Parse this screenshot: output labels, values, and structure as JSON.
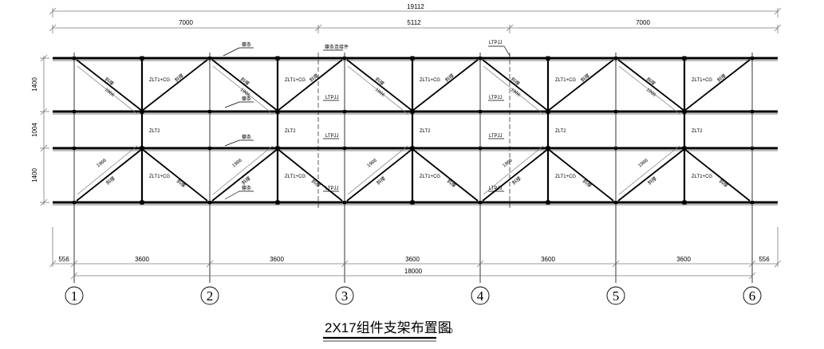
{
  "title": {
    "main": "2X17组件支架布置图",
    "scale": "1:50"
  },
  "dimensions": {
    "overall_top": "19112",
    "top_segments": [
      "7000",
      "5112",
      "7000"
    ],
    "left_rows": [
      "1400",
      "1004",
      "1400"
    ],
    "bottom_segments": [
      "556",
      "3600",
      "3600",
      "3600",
      "3600",
      "3600",
      "556"
    ],
    "overall_bottom": "18000"
  },
  "grid_axes": [
    "1",
    "2",
    "3",
    "4",
    "5",
    "6"
  ],
  "member_labels": {
    "upper_column": "ZLT1+CG",
    "lower_column": "ZLT1+CG",
    "middle_column": "ZLT2",
    "brace": "斜撑",
    "brace_length": "1966",
    "purlin_tag": "檩条",
    "ltp": "LTPJJ",
    "ltp_top": "LTPJJ",
    "ltp_special": "檩条连接件"
  },
  "colors": {
    "line": "#000000",
    "dim_line": "#7a7a7a",
    "dashed": "#333333"
  }
}
